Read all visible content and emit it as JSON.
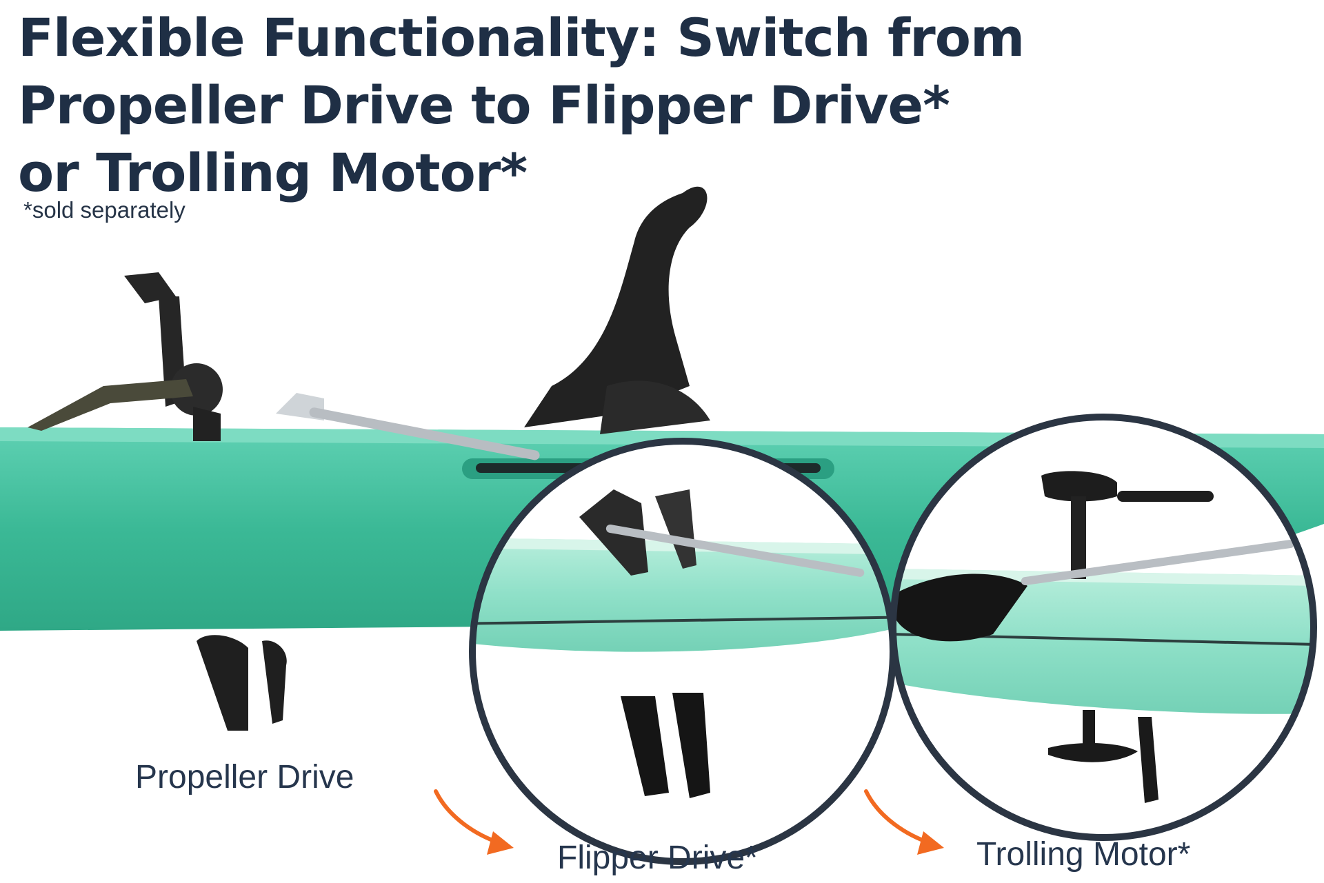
{
  "headline": {
    "line1": "Flexible Functionality: Switch from",
    "line2": "Propeller Drive to Flipper Drive*",
    "line3": "or Trolling Motor*"
  },
  "footnote": "*sold separately",
  "labels": {
    "propeller": "Propeller Drive",
    "flipper": "Flipper Drive*",
    "trolling": "Trolling Motor*"
  },
  "colors": {
    "heading": "#1f2f45",
    "hull": "#3fbf9d",
    "hull_light": "#8fe0c8",
    "accent_arrow": "#f26a21",
    "circle_ring": "#2b3543"
  }
}
